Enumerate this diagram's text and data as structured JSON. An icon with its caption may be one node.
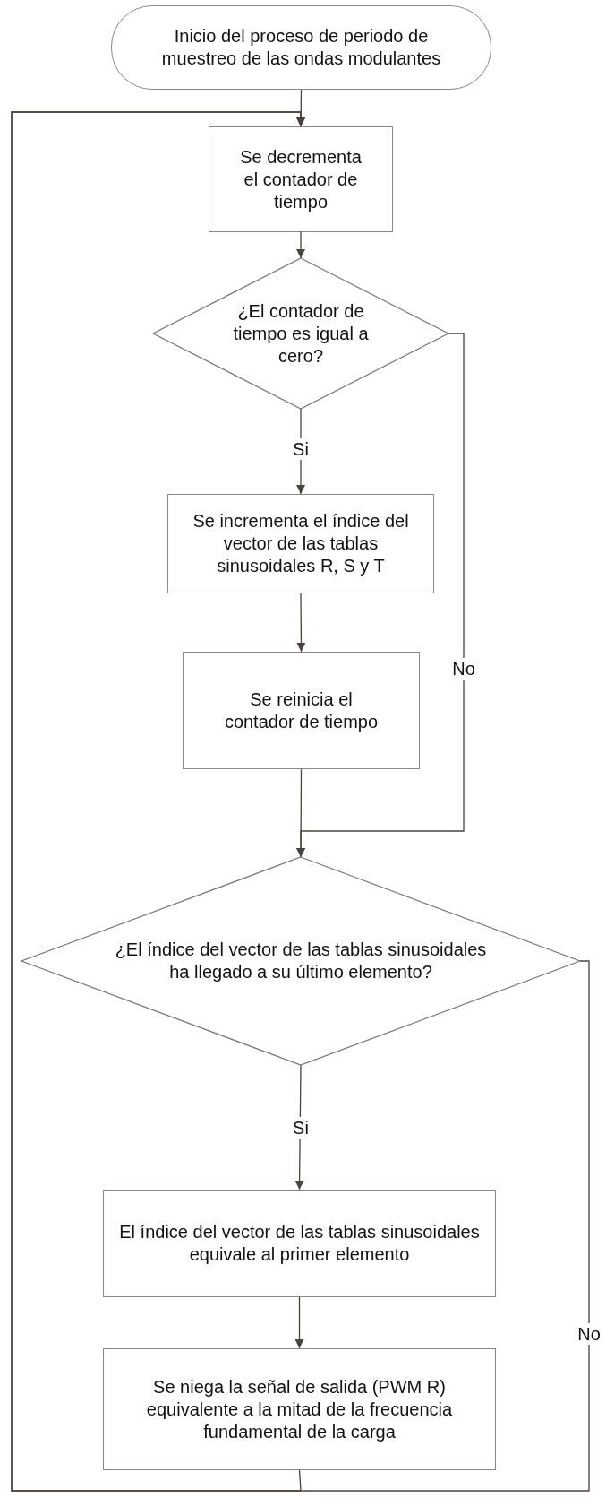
{
  "diagram": {
    "nodes": [
      {
        "text": [
          "Inicio del proceso  de periodo de muestreo de las ondas modulantes"
        ]
      },
      {
        "text": [
          "Se decrementa el contador de tiempo"
        ]
      },
      {
        "text": [
          "¿El contador de tiempo es igual a cero?"
        ]
      },
      {
        "text": [
          "Se incrementa el índice del vector de las tablas sinusoidales R, S y T"
        ]
      },
      {
        "text": [
          "Se reinicia el contador de tiempo"
        ]
      },
      {
        "text": [
          "¿El índice del vector de las tablas sinusoidales ha llegado a su último elemento?"
        ]
      },
      {
        "text": [
          "El índice del vector de las tablas sinusoidales equivale al primer elemento"
        ]
      },
      {
        "text": [
          "Se niega la señal de salida (PWM R) equivalente a la mitad de la frecuencia fundamental de la carga"
        ]
      }
    ],
    "edges": [
      {
        "from": 0,
        "to": 1,
        "arrow": "to"
      },
      {
        "from": 1,
        "to": 2,
        "arrow": "to"
      },
      {
        "from": 2,
        "to": 3,
        "arrow": "to",
        "label": "Si"
      },
      {
        "from": 3,
        "to": 4,
        "arrow": "to"
      },
      {
        "from": 4,
        "to": 5,
        "arrow": "to"
      },
      {
        "from": 2,
        "to": 5,
        "arrow": "to",
        "label": "No"
      },
      {
        "from": 5,
        "to": 6,
        "arrow": "to",
        "label": "Si"
      },
      {
        "from": 6,
        "to": 7,
        "arrow": "to"
      },
      {
        "from": 7,
        "to": 1,
        "arrow": "to"
      },
      {
        "from": 5,
        "to": 1,
        "arrow": "to",
        "label": "No"
      }
    ]
  }
}
